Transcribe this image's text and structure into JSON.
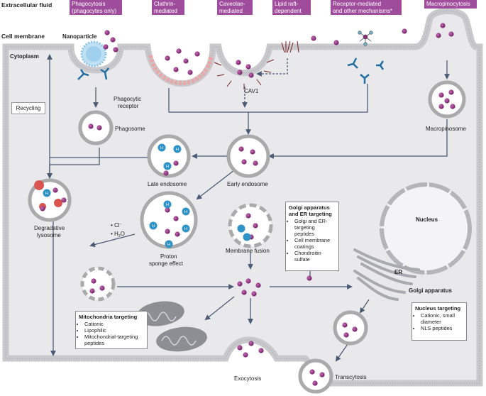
{
  "labels": {
    "extracellular": "Extracellular fluid",
    "cell_membrane": "Cell membrane",
    "cytoplasm": "Cytoplasm",
    "nanoparticle": "Nanoparticle",
    "phagocytic_receptor_1": "Phagocytic",
    "phagocytic_receptor_2": "receptor",
    "cav1": "CAV1",
    "phagosome": "Phagosome",
    "macropinosome": "Macropinosome",
    "late_endosome": "Late endosome",
    "early_endosome": "Early endosome",
    "degradative_1": "Degradative",
    "degradative_2": "lysosome",
    "recycling": "Recycling",
    "cl": "Cl",
    "h2o_h": "H",
    "h2o_o": "O",
    "proton_1": "Proton",
    "proton_2": "sponge effect",
    "membrane_fusion": "Membrane fusion",
    "nucleus": "Nucleus",
    "er": "ER",
    "golgi": "Golgi apparatus",
    "exocytosis": "Exocytosis",
    "transcytosis": "Transcytosis",
    "hplus": "H"
  },
  "pathways": [
    {
      "id": "phago",
      "lines": [
        "Phagocytosis",
        "(phagocytes only)"
      ]
    },
    {
      "id": "clathrin",
      "lines": [
        "Clathrin-",
        "mediated"
      ]
    },
    {
      "id": "caveolae",
      "lines": [
        "Caveolae-",
        "mediated"
      ]
    },
    {
      "id": "lipid",
      "lines": [
        "Lipid raft-",
        "dependent"
      ]
    },
    {
      "id": "receptor",
      "lines": [
        "Receptor-mediated",
        "and other mechanisms*"
      ]
    },
    {
      "id": "macro",
      "lines": [
        "Macropinocytosis"
      ]
    }
  ],
  "targeting": {
    "golgi_er": {
      "title": "Golgi apparatus and ER targeting",
      "items": [
        "Golgi and ER-targeting peptides",
        "Cell membrane coatings",
        "Chondroitin sulfate"
      ]
    },
    "mito": {
      "title": "Mitochondria targeting",
      "items": [
        "Cationic",
        "Lipophilic",
        "Mitochondrial-targeting peptides"
      ]
    },
    "nucleus": {
      "title": "Nucleus targeting",
      "items": [
        "Cationic, small diameter",
        "NLS peptides"
      ]
    }
  },
  "colors": {
    "np": "#8b2f7a",
    "hplus": "#2e93c6",
    "membrane": "#c9c9cd",
    "cytoplasm": "#e9e9ec",
    "header": "#a04c9c",
    "receptor": "#1f6fa3",
    "lysosome_enzyme": "#d9534f"
  }
}
